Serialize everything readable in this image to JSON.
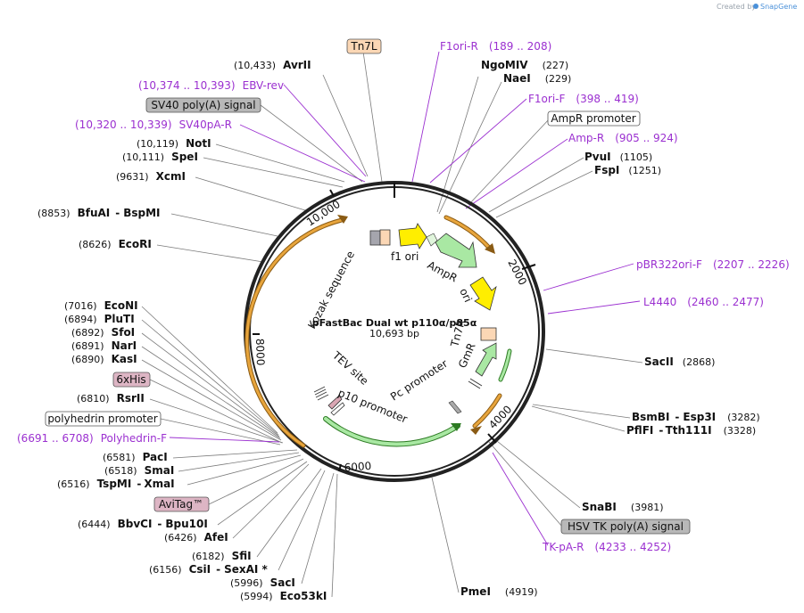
{
  "credit": {
    "prefix": "Created by",
    "brand": "SnapGene"
  },
  "plasmid": {
    "name": "pFastBac Dual wt p110α/p85α",
    "length": "10,693 bp"
  },
  "colors": {
    "primer": "#9b30d0",
    "orange": "#e8a53c",
    "green": "#a9e8a3",
    "yellow": "#ffee00",
    "peach": "#fbd7b5"
  },
  "ticks": [
    "2000",
    "4000",
    "6000",
    "8000",
    "10,000"
  ],
  "enzymes": [
    {
      "pos": "(10,433)",
      "name": "AvrII"
    },
    {
      "pos": "(10,119)",
      "name": "NotI"
    },
    {
      "pos": "(10,111)",
      "name": "SpeI"
    },
    {
      "pos": "(9631)",
      "name": "XcmI"
    },
    {
      "pos": "(8853)",
      "name": "BfuAI",
      "name2": "BspMI"
    },
    {
      "pos": "(8626)",
      "name": "EcoRI"
    },
    {
      "pos": "(7016)",
      "name": "EcoNI"
    },
    {
      "pos": "(6894)",
      "name": "PluTI"
    },
    {
      "pos": "(6892)",
      "name": "SfoI"
    },
    {
      "pos": "(6891)",
      "name": "NarI"
    },
    {
      "pos": "(6890)",
      "name": "KasI"
    },
    {
      "pos": "(6810)",
      "name": "RsrII"
    },
    {
      "pos": "(6581)",
      "name": "PacI"
    },
    {
      "pos": "(6518)",
      "name": "SmaI"
    },
    {
      "pos": "(6516)",
      "name": "TspMI",
      "name2": "XmaI"
    },
    {
      "pos": "(6444)",
      "name": "BbvCI",
      "name2": "Bpu10I"
    },
    {
      "pos": "(6426)",
      "name": "AfeI"
    },
    {
      "pos": "(6182)",
      "name": "SfiI"
    },
    {
      "pos": "(6156)",
      "name": "CsiI",
      "name2": "SexAI *"
    },
    {
      "pos": "(5996)",
      "name": "SacI"
    },
    {
      "pos": "(5994)",
      "name": "Eco53kI"
    },
    {
      "pos": "(227)",
      "name": "NgoMIV"
    },
    {
      "pos": "(229)",
      "name": "NaeI"
    },
    {
      "pos": "(1105)",
      "name": "PvuI"
    },
    {
      "pos": "(1251)",
      "name": "FspI"
    },
    {
      "pos": "(2868)",
      "name": "SacII"
    },
    {
      "pos": "(3282)",
      "name": "BsmBI",
      "name2": "Esp3I"
    },
    {
      "pos": "(3328)",
      "name": "PflFI",
      "name2": "Tth111I"
    },
    {
      "pos": "(3981)",
      "name": "SnaBI"
    },
    {
      "pos": "(4919)",
      "name": "PmeI"
    }
  ],
  "primers": [
    {
      "name": "EBV-rev",
      "range": "(10,374 .. 10,393)"
    },
    {
      "name": "SV40pA-R",
      "range": "(10,320 .. 10,339)"
    },
    {
      "name": "Polyhedrin-F",
      "range": "(6691 .. 6708)"
    },
    {
      "name": "F1ori-R",
      "range": "(189 .. 208)"
    },
    {
      "name": "F1ori-F",
      "range": "(398 .. 419)"
    },
    {
      "name": "Amp-R",
      "range": "(905 .. 924)"
    },
    {
      "name": "pBR322ori-F",
      "range": "(2207 .. 2226)"
    },
    {
      "name": "L4440",
      "range": "(2460 .. 2477)"
    },
    {
      "name": "TK-pA-R",
      "range": "(4233 .. 4252)"
    }
  ],
  "boxed_features": [
    {
      "name": "Tn7L"
    },
    {
      "name": "SV40 poly(A) signal"
    },
    {
      "name": "AmpR promoter"
    },
    {
      "name": "6xHis"
    },
    {
      "name": "polyhedrin promoter"
    },
    {
      "name": "AviTag™"
    },
    {
      "name": "HSV TK poly(A) signal"
    }
  ],
  "inner_features": [
    "f1 ori",
    "AmpR",
    "ori",
    "Tn7R",
    "GmR",
    "Pc promoter",
    "p10 promoter",
    "TEV site",
    "Kozak sequence"
  ]
}
